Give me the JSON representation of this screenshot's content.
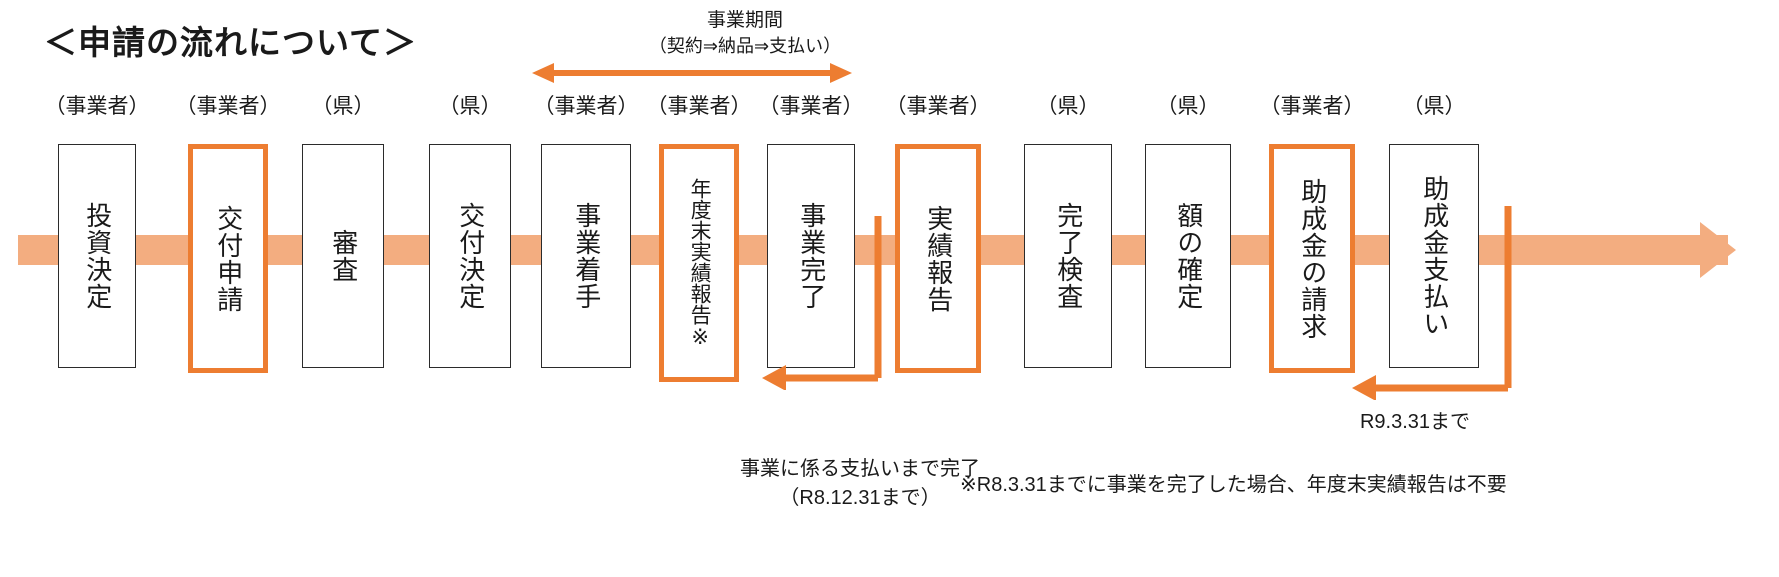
{
  "title": "＜申請の流れについて＞",
  "colors": {
    "accent": "#ED7D31",
    "track": "#f3ad80",
    "text": "#1a1a1a",
    "box_border": "#2b2b2b"
  },
  "period_bracket": {
    "line1": "事業期間",
    "line2": "（契約⇒納品⇒支払い）",
    "arrow": "double-headed-horizontal-arrow"
  },
  "steps": [
    {
      "actor": "（事業者）",
      "label": "投資決定",
      "highlight": false
    },
    {
      "actor": "（事業者）",
      "label": "交付申請",
      "highlight": true
    },
    {
      "actor": "（県）",
      "label": "審査",
      "highlight": false
    },
    {
      "actor": "（県）",
      "label": "交付決定",
      "highlight": false
    },
    {
      "actor": "（事業者）",
      "label": "事業着手",
      "highlight": false
    },
    {
      "actor": "（事業者）",
      "label": "年度末実績報告※",
      "highlight": true
    },
    {
      "actor": "（事業者）",
      "label": "事業完了",
      "highlight": false
    },
    {
      "actor": "（事業者）",
      "label": "実績報告",
      "highlight": true
    },
    {
      "actor": "（県）",
      "label": "完了検査",
      "highlight": false
    },
    {
      "actor": "（県）",
      "label": "額の確定",
      "highlight": false
    },
    {
      "actor": "（事業者）",
      "label": "助成金の請求",
      "highlight": true
    },
    {
      "actor": "（県）",
      "label": "助成金支払い",
      "highlight": false
    }
  ],
  "loop_left": {
    "note_line1": "事業に係る支払いまで完了",
    "note_line2": "（R8.12.31まで）"
  },
  "loop_right": {
    "note": "R9.3.31まで"
  },
  "footnote": "※R8.3.31までに事業を完了した場合、年度末実績報告は不要"
}
